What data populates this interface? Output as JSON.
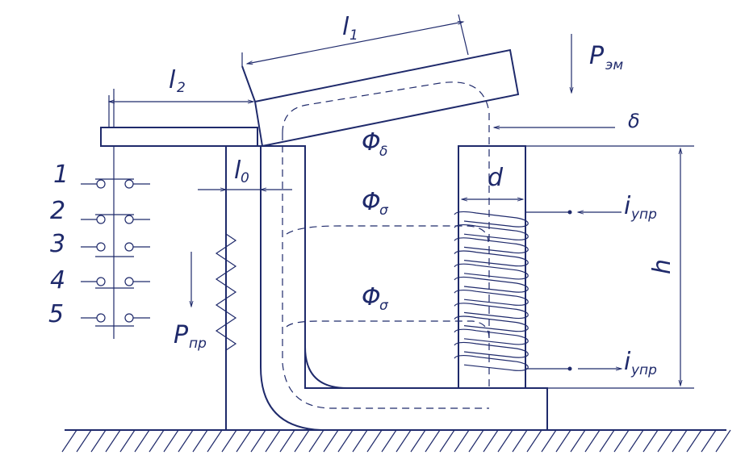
{
  "labels": {
    "l1": "l",
    "l1_sub": "1",
    "l2": "l",
    "l2_sub": "2",
    "l0": "l",
    "l0_sub": "0",
    "p_em": "P",
    "p_em_sub": "эм",
    "delta": "δ",
    "phi_delta": "Φ",
    "phi_delta_sub": "δ",
    "phi_sigma1": "Φ",
    "phi_sigma1_sub": "σ",
    "phi_sigma2": "Φ",
    "phi_sigma2_sub": "σ",
    "d": "d",
    "h": "h",
    "i_top": "i",
    "i_top_sub": "упр",
    "i_bottom": "i",
    "i_bottom_sub": "упр",
    "p_pr": "P",
    "p_pr_sub": "пр"
  },
  "contacts": [
    "1",
    "2",
    "3",
    "4",
    "5"
  ],
  "colors": {
    "ink": "#1f2a6b",
    "background": "#ffffff"
  }
}
